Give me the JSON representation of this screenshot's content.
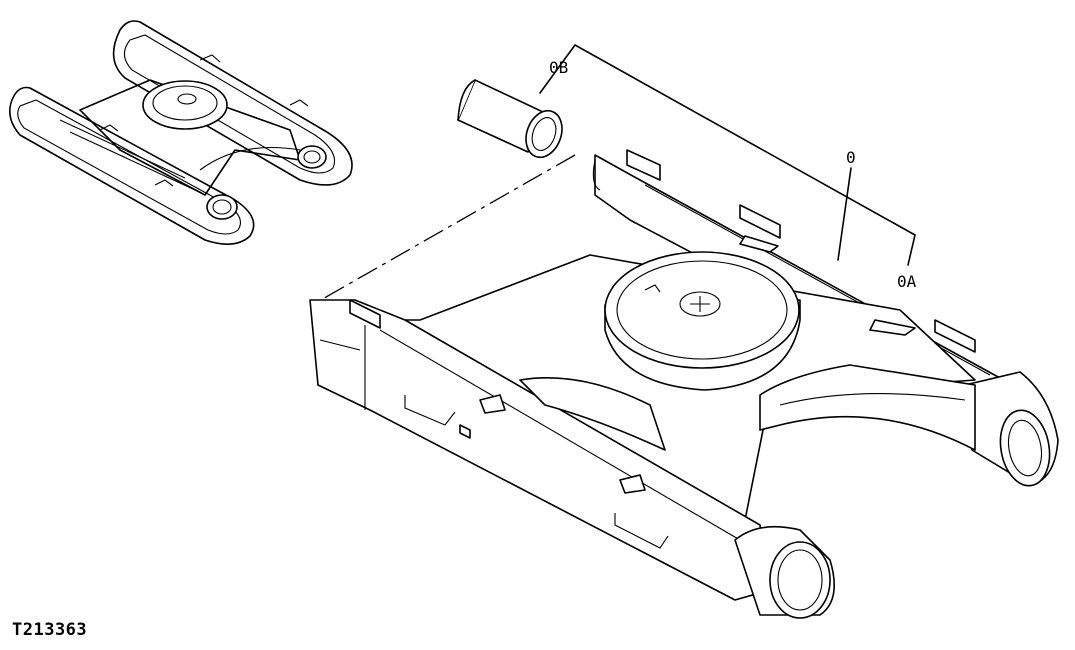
{
  "figure": {
    "id_label": "T213363",
    "callouts": [
      {
        "key": "frame",
        "label": "0"
      },
      {
        "key": "part_a",
        "label": "0A"
      },
      {
        "key": "part_b",
        "label": "0B"
      }
    ]
  }
}
